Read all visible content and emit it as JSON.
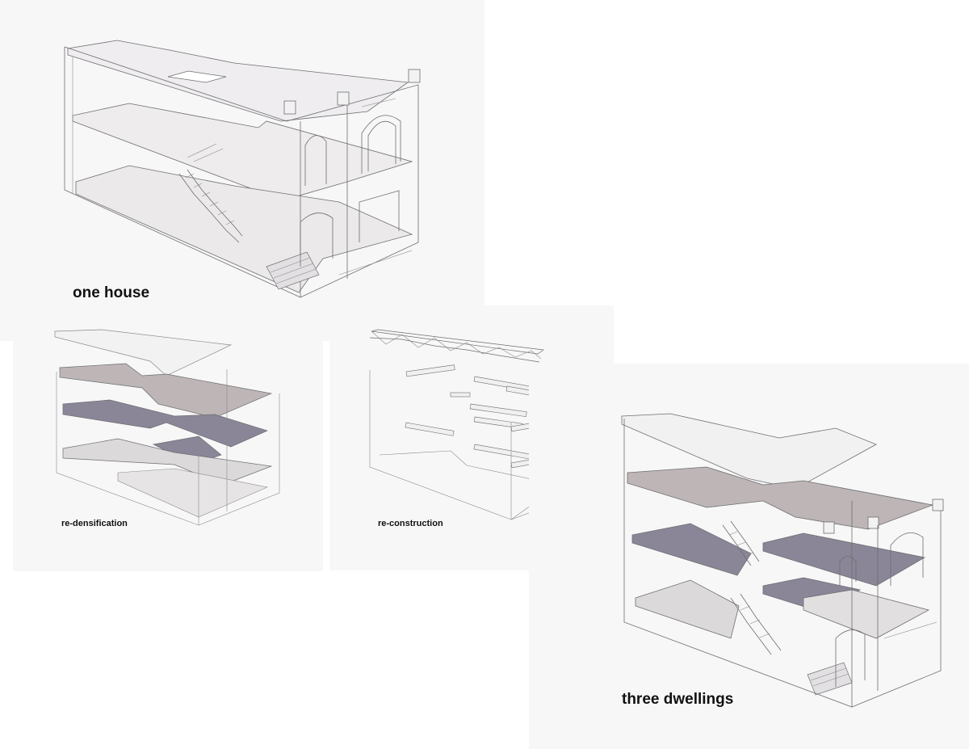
{
  "panels": {
    "one_house": {
      "caption": "one house"
    },
    "redensification": {
      "caption": "re-densification"
    },
    "reconstruction": {
      "caption": "re-construction"
    },
    "three_dwellings": {
      "caption": "three dwellings"
    }
  },
  "colors": {
    "panel_bg": "#f7f7f8",
    "line": "#6e6e70",
    "slab_light": "#e8e6e8",
    "slab_taupe": "#bdb5b6",
    "slab_purple": "#8a8698",
    "slab_pale": "#dcd9db"
  }
}
